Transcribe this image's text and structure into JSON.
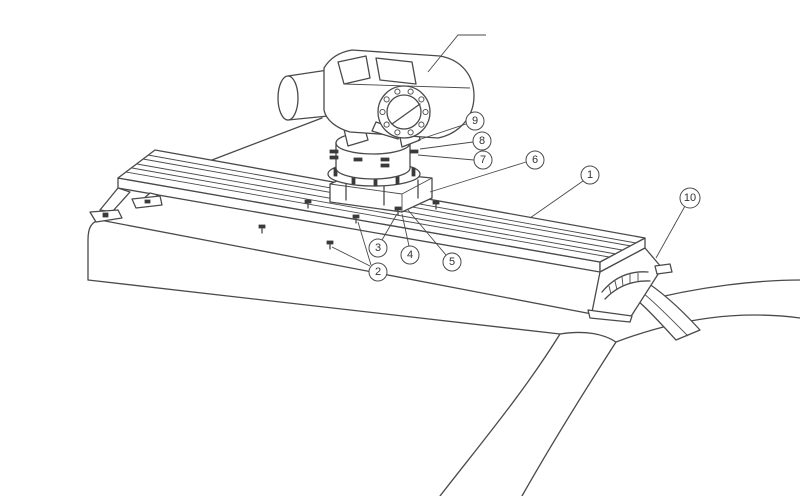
{
  "colors": {
    "line": "#4a4a4a",
    "background": "#ffffff"
  },
  "callouts": [
    {
      "label": "1"
    },
    {
      "label": "2"
    },
    {
      "label": "3"
    },
    {
      "label": "4"
    },
    {
      "label": "5"
    },
    {
      "label": "6"
    },
    {
      "label": "7"
    },
    {
      "label": "8"
    },
    {
      "label": "9"
    },
    {
      "label": "10"
    }
  ]
}
